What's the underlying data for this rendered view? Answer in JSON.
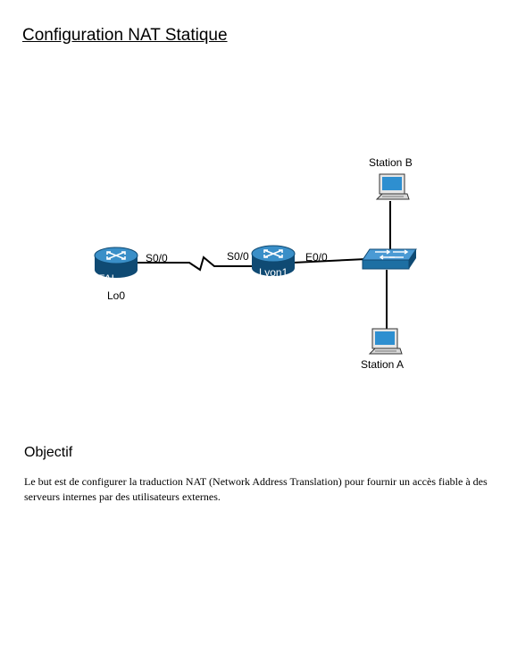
{
  "document": {
    "title": "Configuration NAT Statique"
  },
  "diagram": {
    "nodes": {
      "router_fai": {
        "label": "FAI",
        "loopback_label": "Lo0",
        "interface_label": "S0/0"
      },
      "router_lyon": {
        "label": "Lyon1",
        "serial_label": "S0/0",
        "ethernet_label": "E0/0"
      },
      "switch": {
        "label": ""
      },
      "station_b": {
        "label": "Station B"
      },
      "station_a": {
        "label": "Station A"
      }
    },
    "colors": {
      "router_body": "#1d6fa3",
      "router_dark": "#0f4a73",
      "switch_body": "#2a7bb5",
      "link": "#000000",
      "screen": "#2e8fd0"
    }
  },
  "objective": {
    "heading": "Objectif",
    "text": "Le but est de configurer la traduction NAT (Network Address Translation) pour fournir un accès fiable à des serveurs internes par des utilisateurs externes."
  }
}
